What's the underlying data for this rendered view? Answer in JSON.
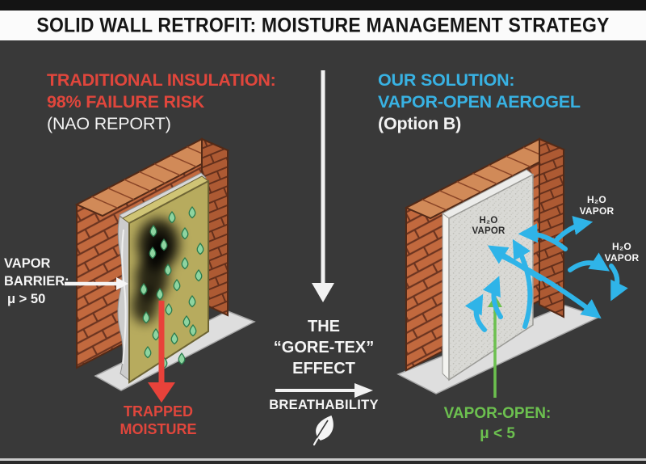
{
  "title": "SOLID WALL RETROFIT: MOISTURE MANAGEMENT STRATEGY",
  "left": {
    "heading1": "TRADITIONAL INSULATION:",
    "heading2": "98% FAILURE RISK",
    "source": "(NAO REPORT)",
    "barrier": {
      "l1": "VAPOR",
      "l2": "BARRIER:",
      "l3": "μ > 50"
    },
    "trapped": {
      "l1": "TRAPPED",
      "l2": "MOISTURE"
    }
  },
  "center": {
    "effect": {
      "l1": "THE",
      "l2": "“GORE-TEX”",
      "l3": "EFFECT"
    },
    "breathability": "BREATHABILITY",
    "leaf_icon": "leaf"
  },
  "right": {
    "heading1": "OUR SOLUTION:",
    "heading2": "VAPOR-OPEN AEROGEL",
    "option": "(Option B)",
    "panel_vapor": {
      "l1": "H₂O",
      "l2": "VAPOR"
    },
    "out_vapor1": {
      "l1": "H₂O",
      "l2": "VAPOR"
    },
    "out_vapor2": {
      "l1": "H₂O",
      "l2": "VAPOR"
    },
    "open": {
      "l1": "VAPOR-OPEN:",
      "l2": "μ < 5"
    }
  },
  "colors": {
    "background": "#393939",
    "accent_red": "#e0463c",
    "accent_cyan": "#38b2e3",
    "accent_green": "#6cc04f",
    "arrow_blue": "#2fb4e8",
    "brick": "#c2693e",
    "insulation": "#b7ab5e",
    "aerogel": "#d9d9d5",
    "droplet_green": "#8ed4a0"
  }
}
